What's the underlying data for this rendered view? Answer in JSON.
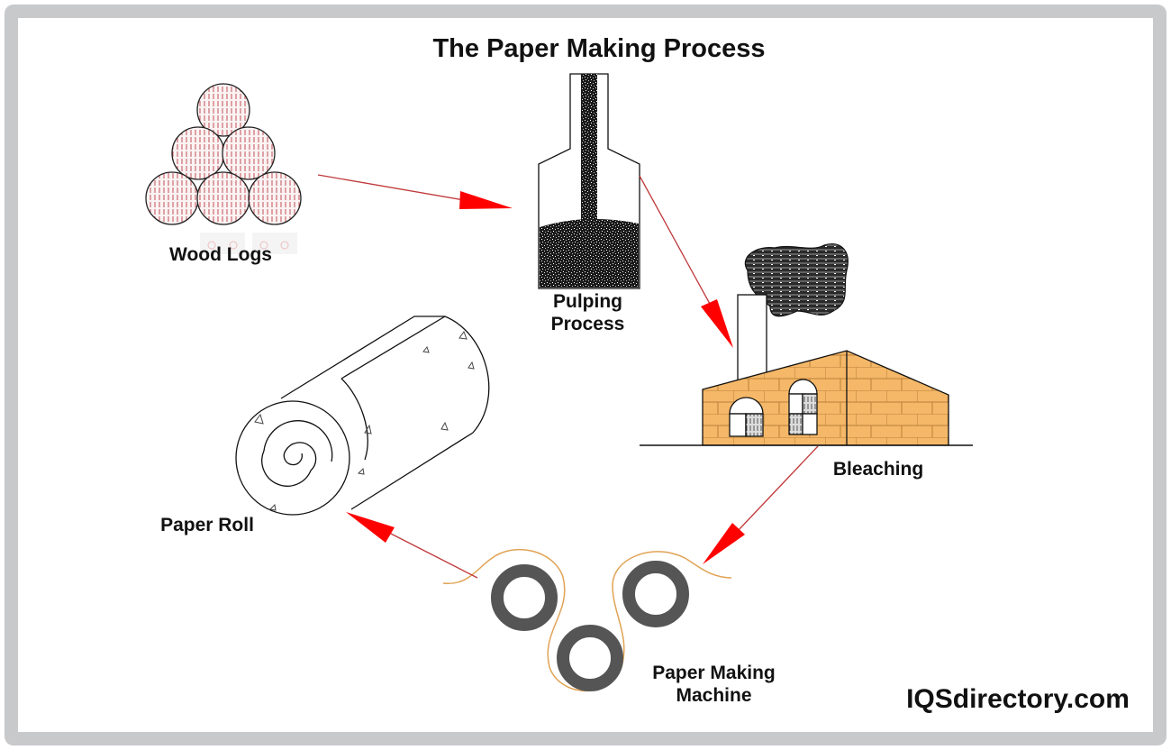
{
  "title": "The Paper Making Process",
  "stages": {
    "wood_logs": "Wood Logs",
    "pulping_line1": "Pulping",
    "pulping_line2": "Process",
    "bleaching": "Bleaching",
    "machine_line1": "Paper Making",
    "machine_line2": "Machine",
    "paper_roll": "Paper Roll"
  },
  "flow": [
    "Wood Logs",
    "Pulping Process",
    "Bleaching",
    "Paper Making Machine",
    "Paper Roll"
  ],
  "brand": "IQSdirectory.com",
  "colors": {
    "arrow": "#ff0000",
    "arrow_line": "#c0393b",
    "log_hatch": "#c0525a",
    "building": "#f5b868",
    "building_lines": "#b9803a",
    "paper_web": "#e0a355",
    "roller": "#555555",
    "frame": "#c8c9cb"
  }
}
